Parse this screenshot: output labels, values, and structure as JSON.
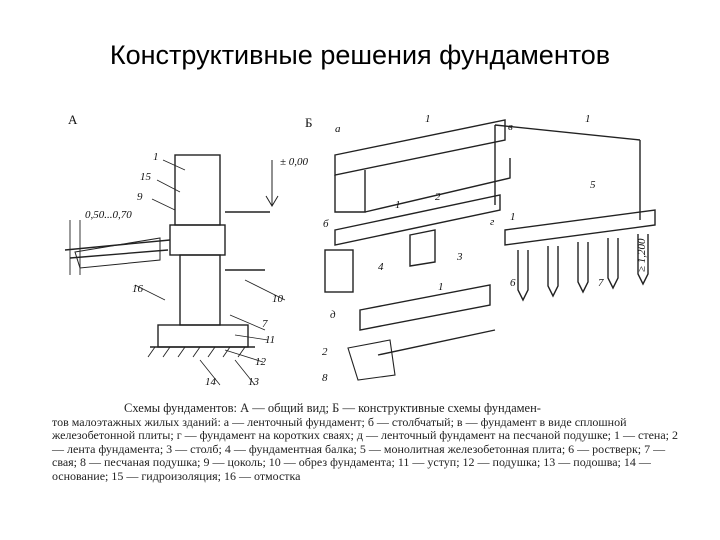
{
  "slide": {
    "title": "Конструктивные решения фундаментов"
  },
  "figure": {
    "panel_a_label": "А",
    "panel_b_label": "Б",
    "elevation_label": "± 0,00",
    "depth_label": "0,50...0,70",
    "min_depth_label": "≥ 1,200",
    "scheme_letters": [
      "а",
      "б",
      "в",
      "г",
      "д"
    ],
    "callouts_a": [
      "1",
      "15",
      "9",
      "16",
      "10",
      "7",
      "11",
      "12",
      "14",
      "13"
    ],
    "callouts_b": [
      "1",
      "2",
      "1",
      "4",
      "3",
      "1",
      "5",
      "1",
      "6",
      "7",
      "1",
      "2",
      "8"
    ]
  },
  "caption": {
    "title": "Схемы фундаментов: А — общий вид; Б — конструктивные схемы фундамен-",
    "body": "тов малоэтажных жилых зданий: а — ленточный фундамент; б — столбчатый; в — фундамент в виде сплошной железобетонной плиты; г — фундамент на коротких сваях; д — ленточный фундамент на песчаной подушке; 1 — стена; 2 — лента фундамента; 3 — столб; 4 — фундаментная балка; 5 — монолитная железобетонная плита; 6 — ростверк; 7 — свая; 8 — песчаная подушка; 9 — цоколь; 10 — обрез фундамента; 11 — уступ; 12 — подушка; 13 — подошва; 14 — основание; 15 — гидроизоляция; 16 — отмостка"
  }
}
